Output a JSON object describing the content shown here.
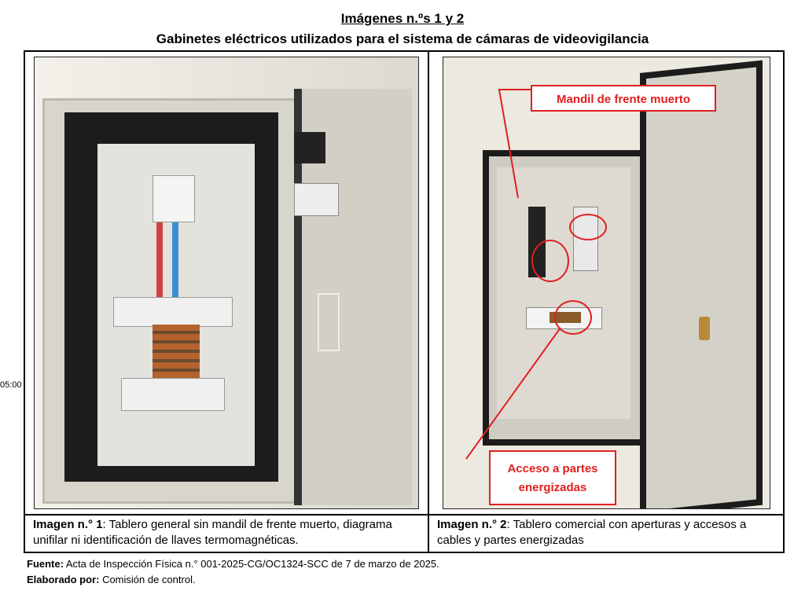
{
  "title": {
    "line1": "Imágenes n.ºs 1 y 2",
    "line2": "Gabinetes eléctricos utilizados para el sistema de cámaras de videovigilancia"
  },
  "margin_time": "05:00",
  "images": [
    {
      "label": "Imagen n.° 1",
      "caption": ": Tablero general sin mandil de frente muerto, diagrama unifilar ni identificación de llaves termomagnéticas."
    },
    {
      "label": "Imagen n.° 2",
      "caption": ": Tablero comercial con aperturas y accesos a cables y partes energizadas",
      "annotations": [
        "Mandil de frente muerto",
        "Acceso a partes energizadas"
      ]
    }
  ],
  "footer": {
    "source_label": "Fuente:",
    "source_text": " Acta de Inspección Física n.° 001-2025-CG/OC1324-SCC de 7 de marzo de 2025.",
    "author_label": "Elaborado por:",
    "author_text": " Comisión de control."
  },
  "colors": {
    "annotation": "#e02020"
  }
}
